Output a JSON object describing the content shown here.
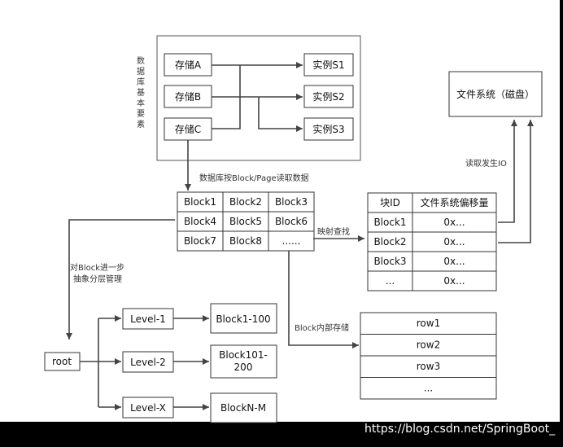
{
  "left_note": "数据库基本要素",
  "storage": [
    "存储A",
    "存储B",
    "存储C"
  ],
  "instances": [
    "实例S1",
    "实例S2",
    "实例S3"
  ],
  "fs_label": "文件系统（磁盘）",
  "arrow_labels": {
    "read_blocks": "数据库按Block/Page读取数据",
    "io": "读取发生IO",
    "map_lookup": "映射查找",
    "split_1": "对Block进一步",
    "split_2": "抽象分层管理",
    "inner": "Block内部存储"
  },
  "block_grid": [
    [
      "Block1",
      "Block2",
      "Block3"
    ],
    [
      "Block4",
      "Block5",
      "Block6"
    ],
    [
      "Block7",
      "Block8",
      "......"
    ]
  ],
  "map_table": {
    "headers": [
      "块ID",
      "文件系统偏移量"
    ],
    "rows": [
      [
        "Block1",
        "0x..."
      ],
      [
        "Block2",
        "0x..."
      ],
      [
        "Block3",
        "0x..."
      ],
      [
        "...",
        "0x..."
      ]
    ]
  },
  "root": "root",
  "levels": [
    "Level-1",
    "Level-2",
    "Level-X"
  ],
  "level_blocks": [
    "Block1-100",
    "Block101-200",
    "BlockN-M"
  ],
  "rows": [
    "row1",
    "row2",
    "row3",
    "..."
  ],
  "watermark": "https://blog.csdn.net/SpringBoot_"
}
